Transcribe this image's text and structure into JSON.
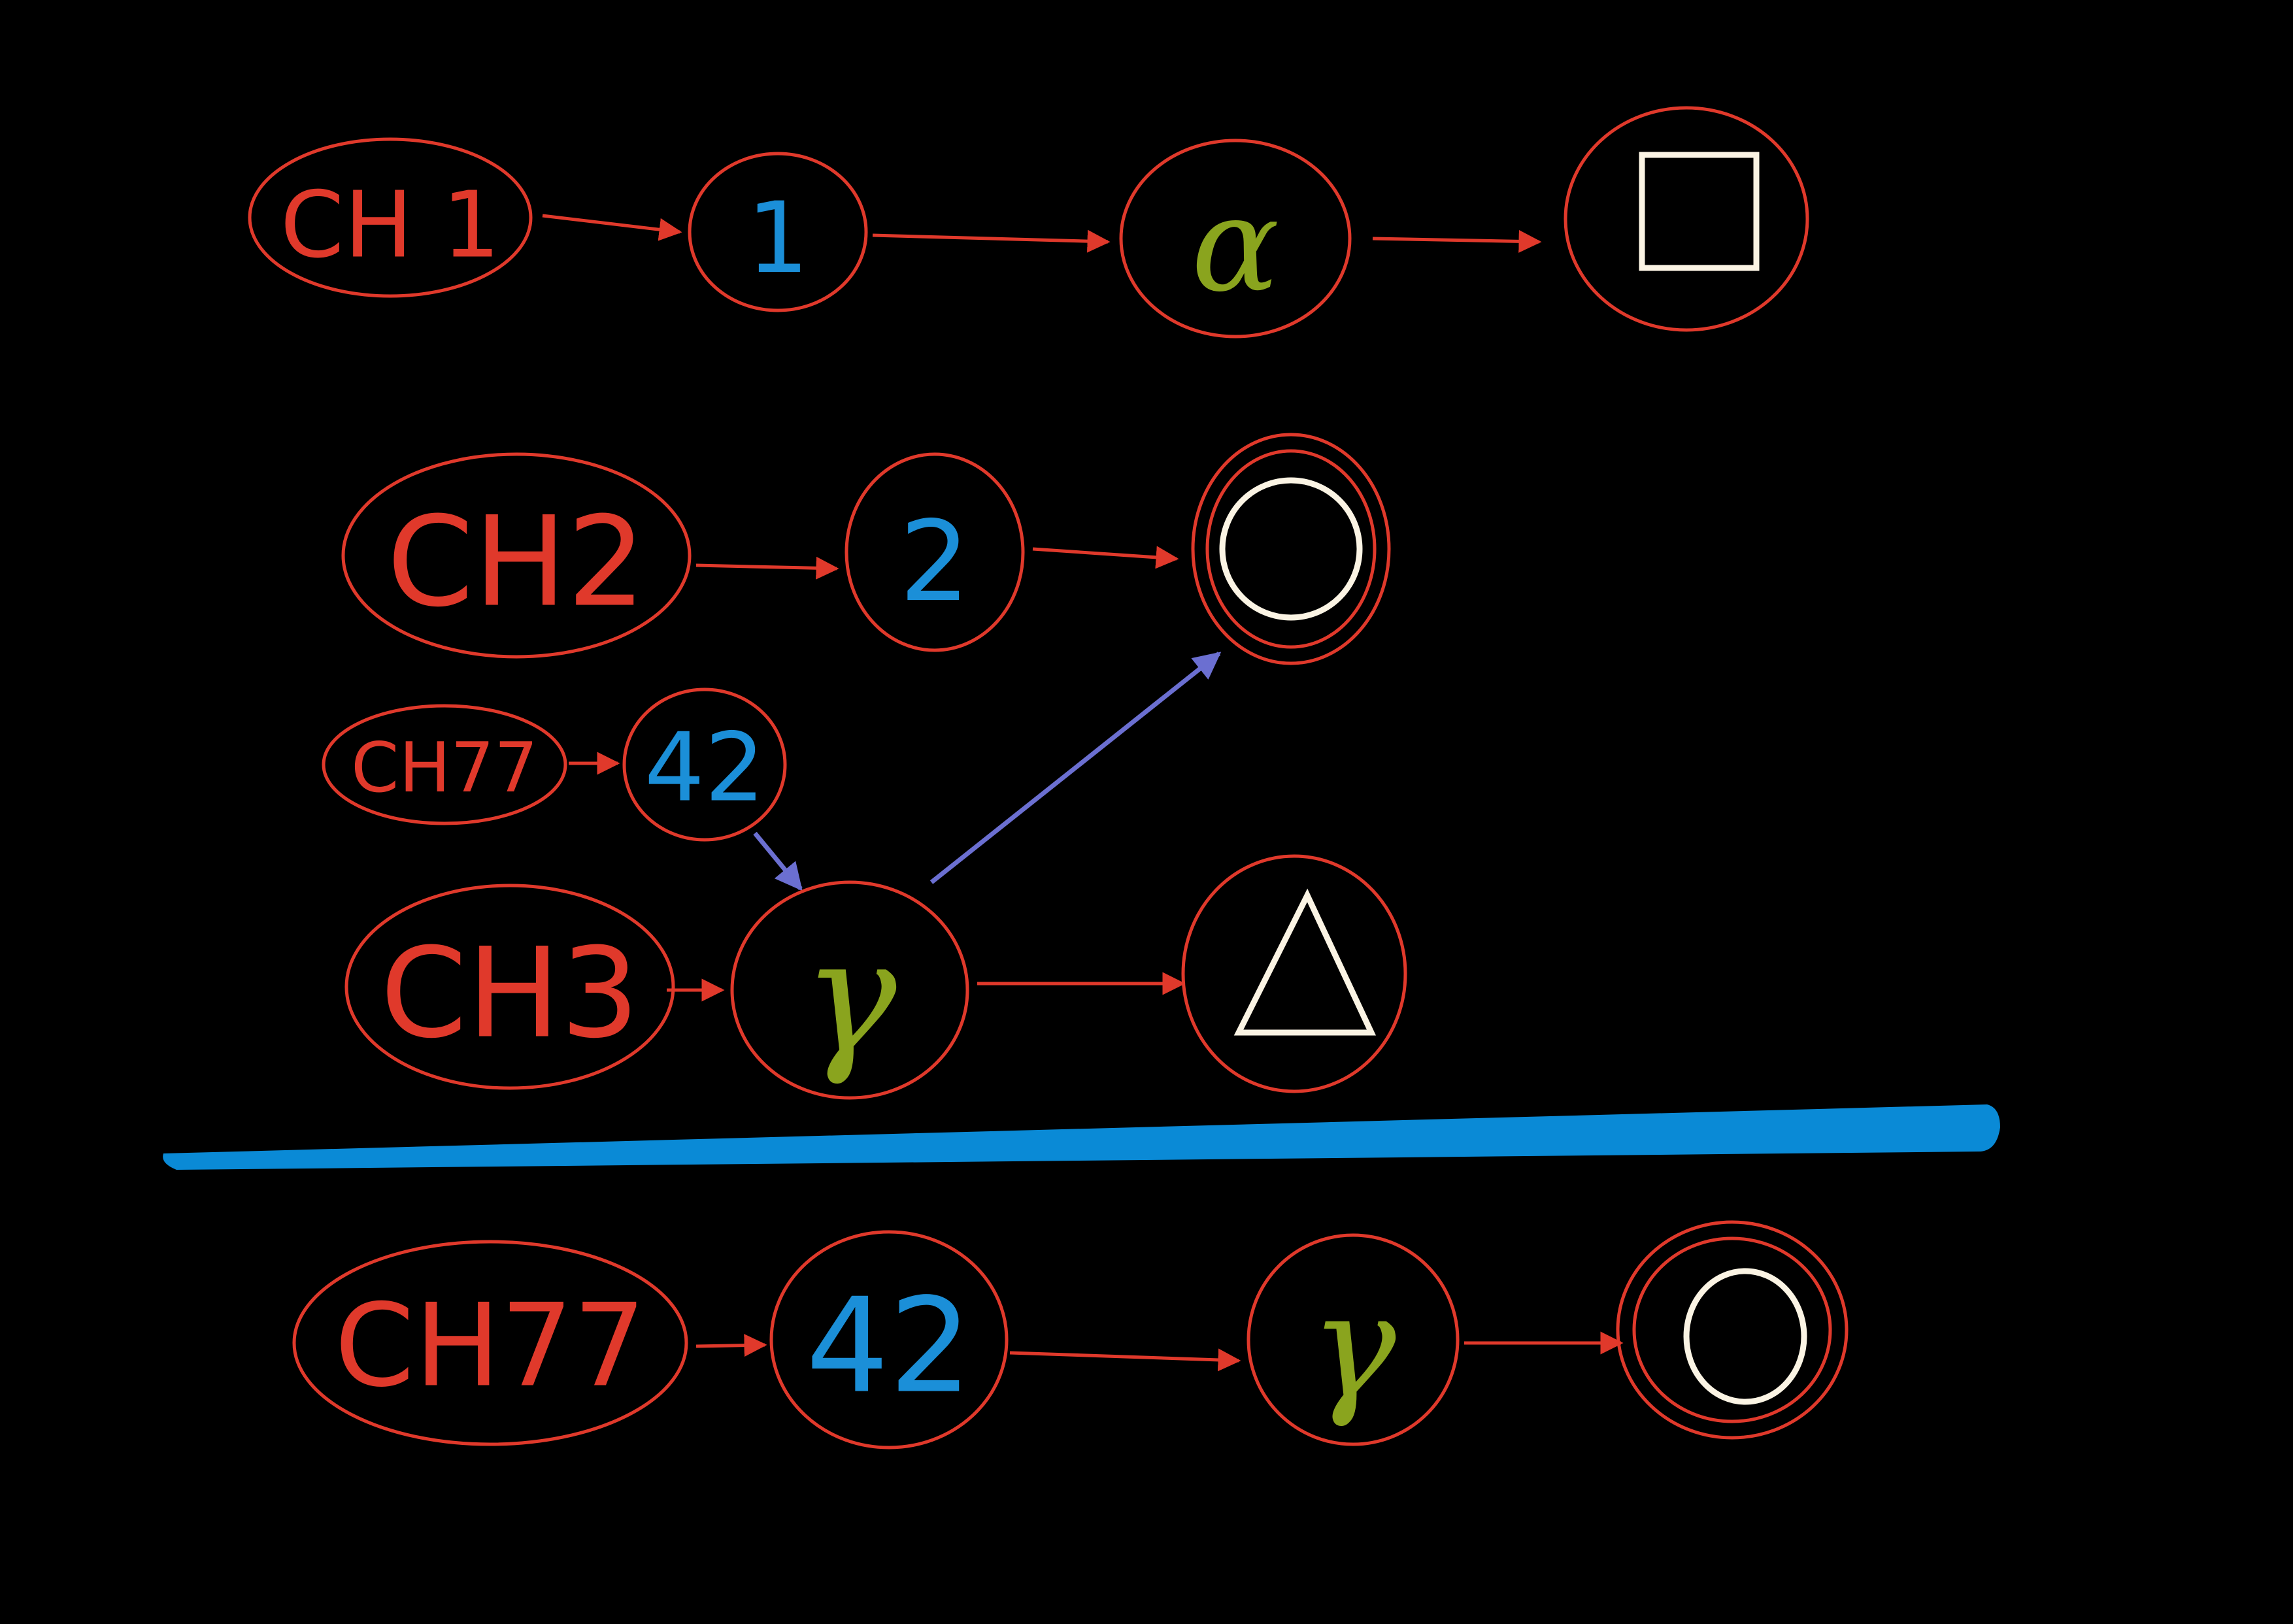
{
  "diagram": {
    "background": "#000000",
    "colors": {
      "outline": "#e0392b",
      "channel_text": "#e0392b",
      "number_text": "#1b8fd8",
      "greek_text": "#8aa41e",
      "shape_stroke": "#fbf4e4",
      "cross_link": "#6b6fd1",
      "separator": "#0a8ad6"
    },
    "chains": {
      "ch1": {
        "channel": "CH 1",
        "number": "1",
        "symbol": "α",
        "shape": "square"
      },
      "ch2": {
        "channel": "CH2",
        "number": "2",
        "shape": "circle"
      },
      "ch77_small": {
        "channel": "CH77",
        "number": "42"
      },
      "ch3": {
        "channel": "CH3",
        "symbol": "γ",
        "shape": "triangle"
      },
      "ch77_result": {
        "channel": "CH77",
        "number": "42",
        "symbol": "γ",
        "shape": "circle"
      }
    }
  }
}
